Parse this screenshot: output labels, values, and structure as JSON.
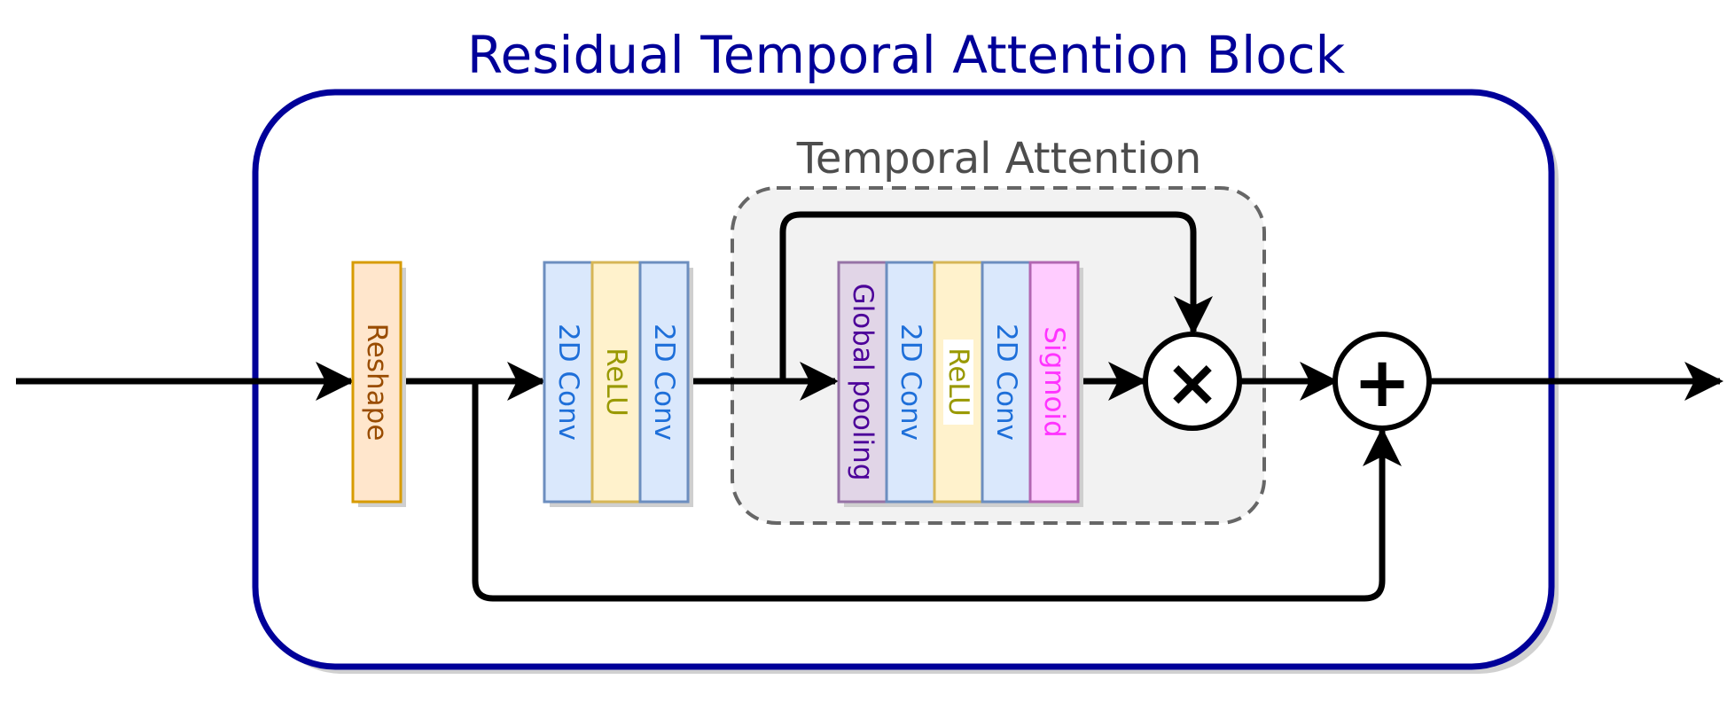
{
  "diagram": {
    "title": "Residual Temporal Attention Block",
    "attention_group_label": "Temporal Attention",
    "layers": {
      "reshape": "Reshape",
      "conv1": "2D Conv",
      "relu1": "ReLU",
      "conv2": "2D Conv",
      "global_pooling": "Global pooling",
      "conv3": "2D Conv",
      "relu2": "ReLU",
      "conv4": "2D Conv",
      "sigmoid": "Sigmoid"
    },
    "operators": {
      "multiply_symbol": "×",
      "add_symbol": "+"
    }
  },
  "colors": {
    "block_border": "#000099",
    "title": "#000099",
    "attention_label": "#4d4d4d",
    "attention_fill": "#f2f2f2",
    "attention_border": "#666666",
    "reshape_fill": "#ffe6cc",
    "reshape_border": "#d79b00",
    "reshape_text": "#994c00",
    "conv_fill": "#dae8fc",
    "conv_border": "#6c8ebf",
    "conv_text": "#1e6fd9",
    "relu_fill": "#fff2cc",
    "relu_border": "#d6b656",
    "relu_text": "#999900",
    "pool_fill": "#e1d5e7",
    "pool_border": "#9673a6",
    "pool_text": "#4c0099",
    "sigmoid_fill": "#ffccff",
    "sigmoid_border": "#b266b2",
    "sigmoid_text": "#ff33ff"
  }
}
